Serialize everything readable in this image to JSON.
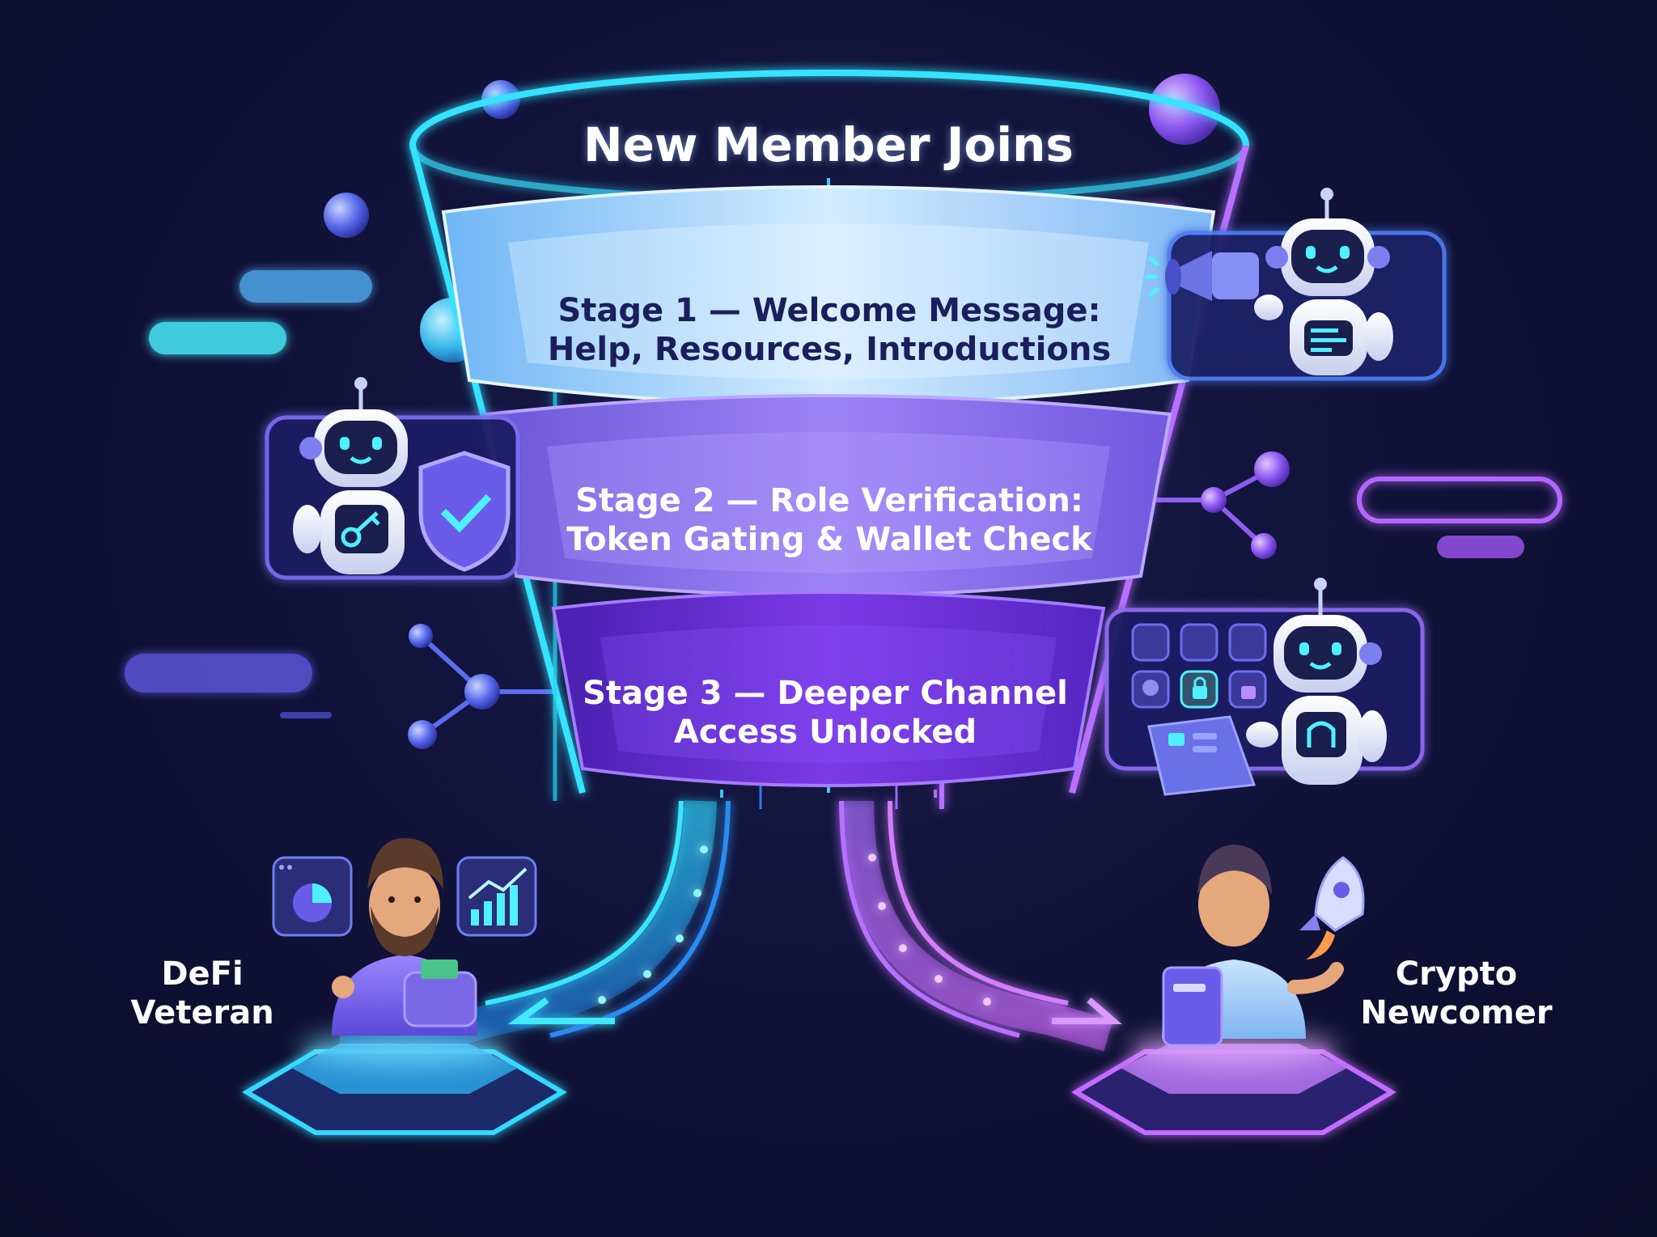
{
  "title": "New Member Joins",
  "stages": [
    {
      "label": "Stage 1 — Welcome Message:\nHelp, Resources, Introductions",
      "color": "#a8d6ff"
    },
    {
      "label": "Stage 2 — Role Verification:\nToken Gating & Wallet Check",
      "color": "#8a6cf2"
    },
    {
      "label": "Stage 3 — Deeper Channel\nAccess Unlocked",
      "color": "#6a2fd6"
    }
  ],
  "outcomes": [
    {
      "label": "DeFi\nVeteran",
      "color": "#3fe6ff"
    },
    {
      "label": "Crypto\nNewcomer",
      "color": "#c06cff"
    }
  ],
  "colors": {
    "background": "#0e1030",
    "cyan_glow": "#3fe6ff",
    "purple_glow": "#b36cff"
  }
}
